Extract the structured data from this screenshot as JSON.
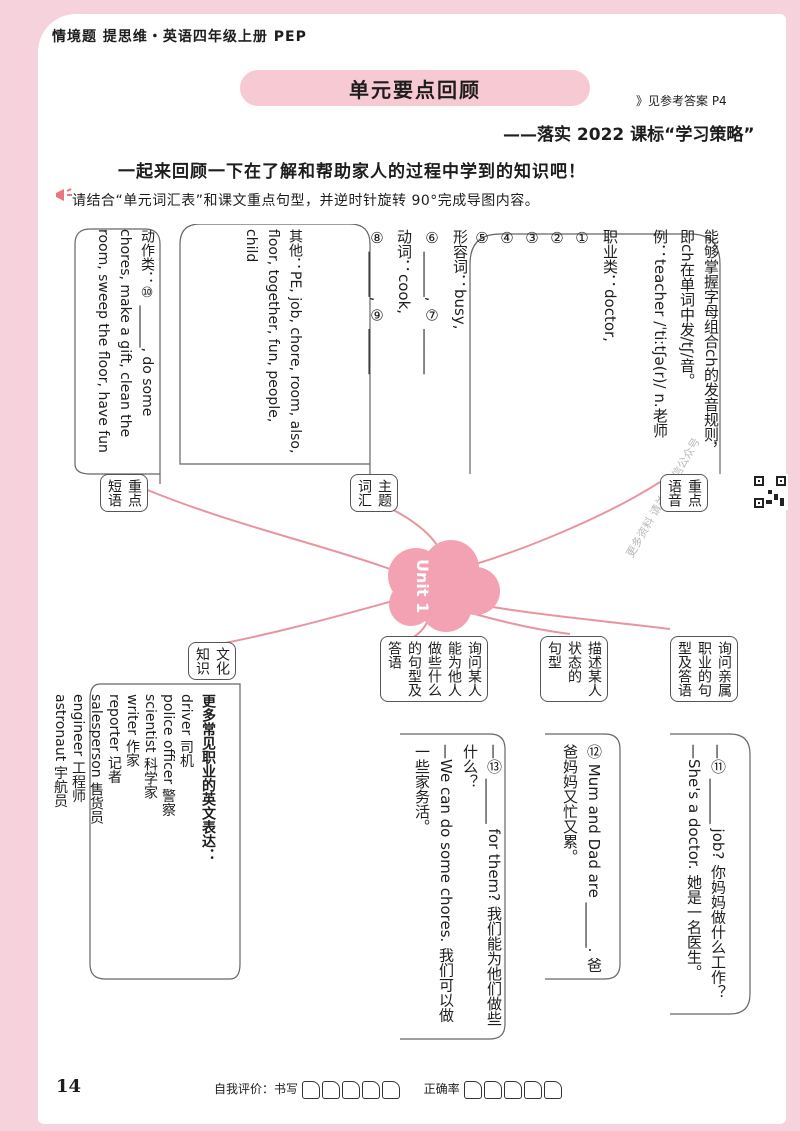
{
  "header": {
    "book_title": "情境题 提思维・英语四年级上册 PEP",
    "section_title": "单元要点回顾",
    "answer_ref": "》见参考答案 P4",
    "strategy": "——落实 2022 课标“学习策略”",
    "intro": "一起来回顾一下在了解和帮助家人的过程中学到的知识吧！",
    "instruction": "请结合“单元词汇表”和课文重点句型，并逆时针旋转 90°完成导图内容。"
  },
  "center": {
    "label": "Unit 1"
  },
  "branches": {
    "pronunciation_label": "重点\n语音",
    "vocab_label": "主题\n词汇",
    "phrase_label": "重点\n短语",
    "culture_label": "文化\n知识",
    "ask_job_label": "询问亲属\n职业的句\n型及答语",
    "describe_label": "描述某人\n状态的\n句型",
    "help_label": "询问某人\n能为他人\n做些什么\n的句型及\n答语"
  },
  "pronunciation": {
    "rule": "能够掌握字母组合ch的发音规则，即ch在单词中发/tʃ/音。",
    "example": "例：teacher /ˈtiːtʃə(r)/ n.老师"
  },
  "vocab": {
    "occupation_line": "职业类：doctor,",
    "blanks": [
      "①",
      "②",
      "③",
      "④",
      "⑤"
    ],
    "adjective_line": "形容词：busy,",
    "adj_blanks": "⑥ ______, ⑦ ______",
    "verb_line": "动词：cook,",
    "verb_blanks": "⑧ ______, ⑨ ______",
    "other_line": "其他：PE, job, chore, room, also, floor, together, fun, people, child"
  },
  "phrases": {
    "line": "动作类：⑩ ______, do some chores, make a gift, clean the room, sweep the floor, have fun"
  },
  "culture": {
    "title": "更多常见职业的英文表达：",
    "items": [
      "driver 司机",
      "police officer 警察",
      "scientist 科学家",
      "writer 作家",
      "reporter 记者",
      "salesperson 售货员",
      "engineer 工程师",
      "astronaut 宇航员"
    ]
  },
  "sentences": {
    "ask_job": "—⑪ ______ job? 你妈妈做什么工作？\n—She's a doctor. 她是一名医生。",
    "describe": "⑫ Mum and Dad are ______. 爸爸妈妈又忙又累。",
    "help": "—⑬ ______ for them? 我们能为他们做些什么？\n—We can do some chores. 我们可以做一些家务活。"
  },
  "footer": {
    "page_number": "14",
    "self_eval": "自我评价：书写",
    "accuracy": "正确率"
  },
  "watermark": "更多资料 请关注微信公众号"
}
